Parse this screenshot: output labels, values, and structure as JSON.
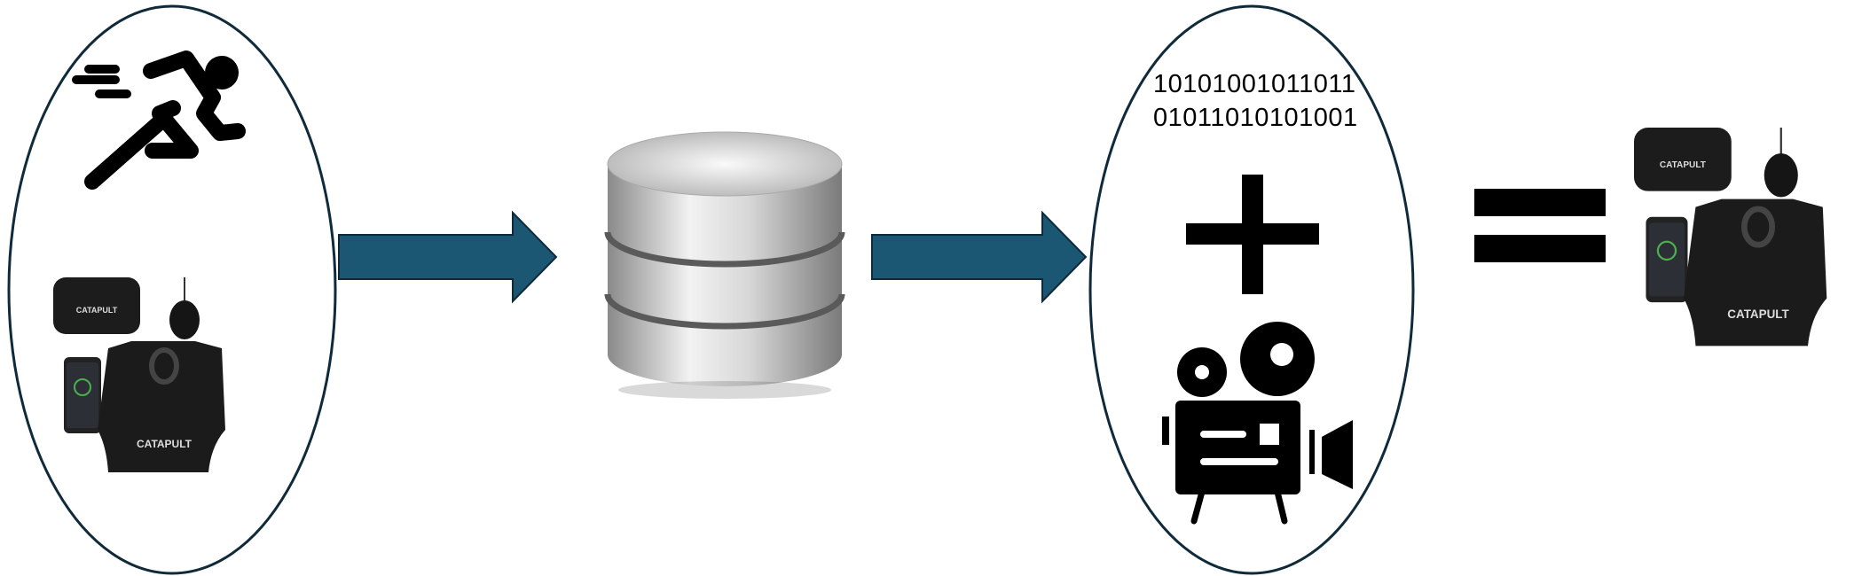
{
  "diagram": {
    "left_group": {
      "icons": [
        "running-person-icon",
        "catapult-wearable-kit-image"
      ],
      "brand_label": "CATAPULT"
    },
    "arrow_color": "#1b5673",
    "middle": {
      "icon": "database-icon"
    },
    "right_group": {
      "binary_lines": [
        "10101001011011",
        "01011010101001"
      ],
      "icons": [
        "plus-icon",
        "video-camera-icon"
      ]
    },
    "result": {
      "icon": "equals-icon",
      "image": "catapult-wearable-kit-image",
      "brand_label": "CATAPULT"
    }
  }
}
